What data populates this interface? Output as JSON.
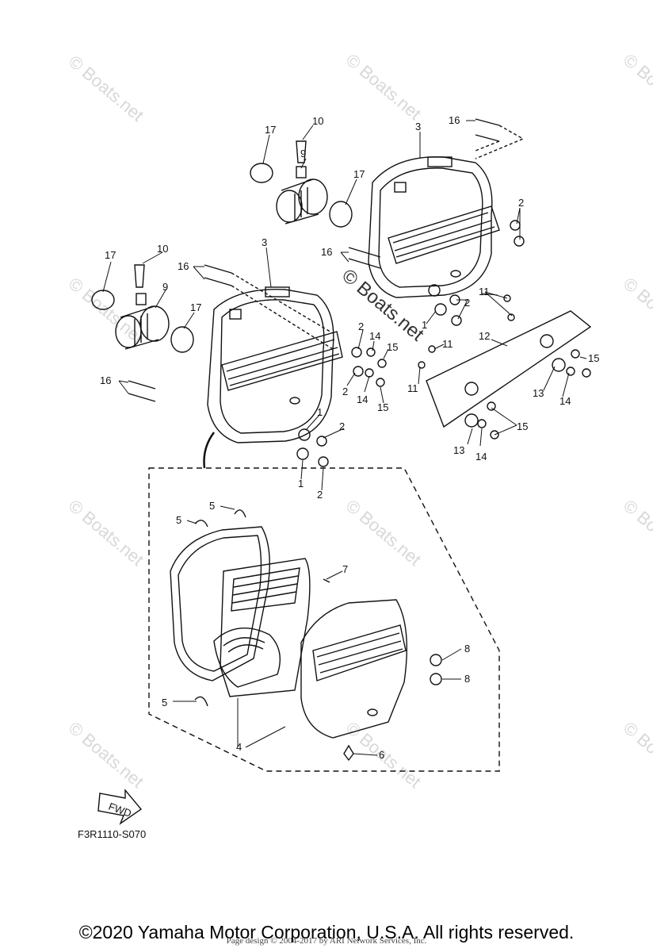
{
  "diagram": {
    "code": "F3R1110-S070",
    "fwd_label": "FWD",
    "watermark": "© Boats.net",
    "labels": [
      "1",
      "2",
      "3",
      "4",
      "5",
      "6",
      "7",
      "8",
      "9",
      "10",
      "11",
      "12",
      "13",
      "14",
      "15",
      "16",
      "17"
    ]
  },
  "footer": {
    "copyright": "©2020 Yamaha Motor Corporation, U.S.A. All rights reserved.",
    "page_design": "Page design © 2004-2017 by ARI Network Services, Inc."
  }
}
